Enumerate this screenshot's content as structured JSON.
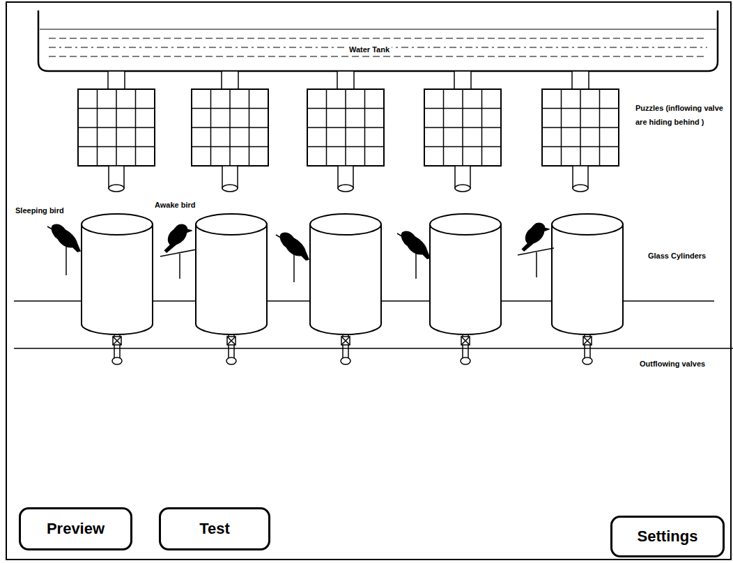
{
  "diagram": {
    "nodes": [
      {
        "text": [
          "Water Tank"
        ]
      },
      {
        "text": [
          "Preview"
        ]
      },
      {
        "text": [
          "Test"
        ]
      },
      {
        "text": [
          "Settings"
        ]
      }
    ],
    "labels": [
      "Puzzles (inflowing valve are hiding behind )",
      "Sleeping bird",
      "Awake bird",
      "Glass Cylinders",
      "Outflowing valves"
    ]
  }
}
